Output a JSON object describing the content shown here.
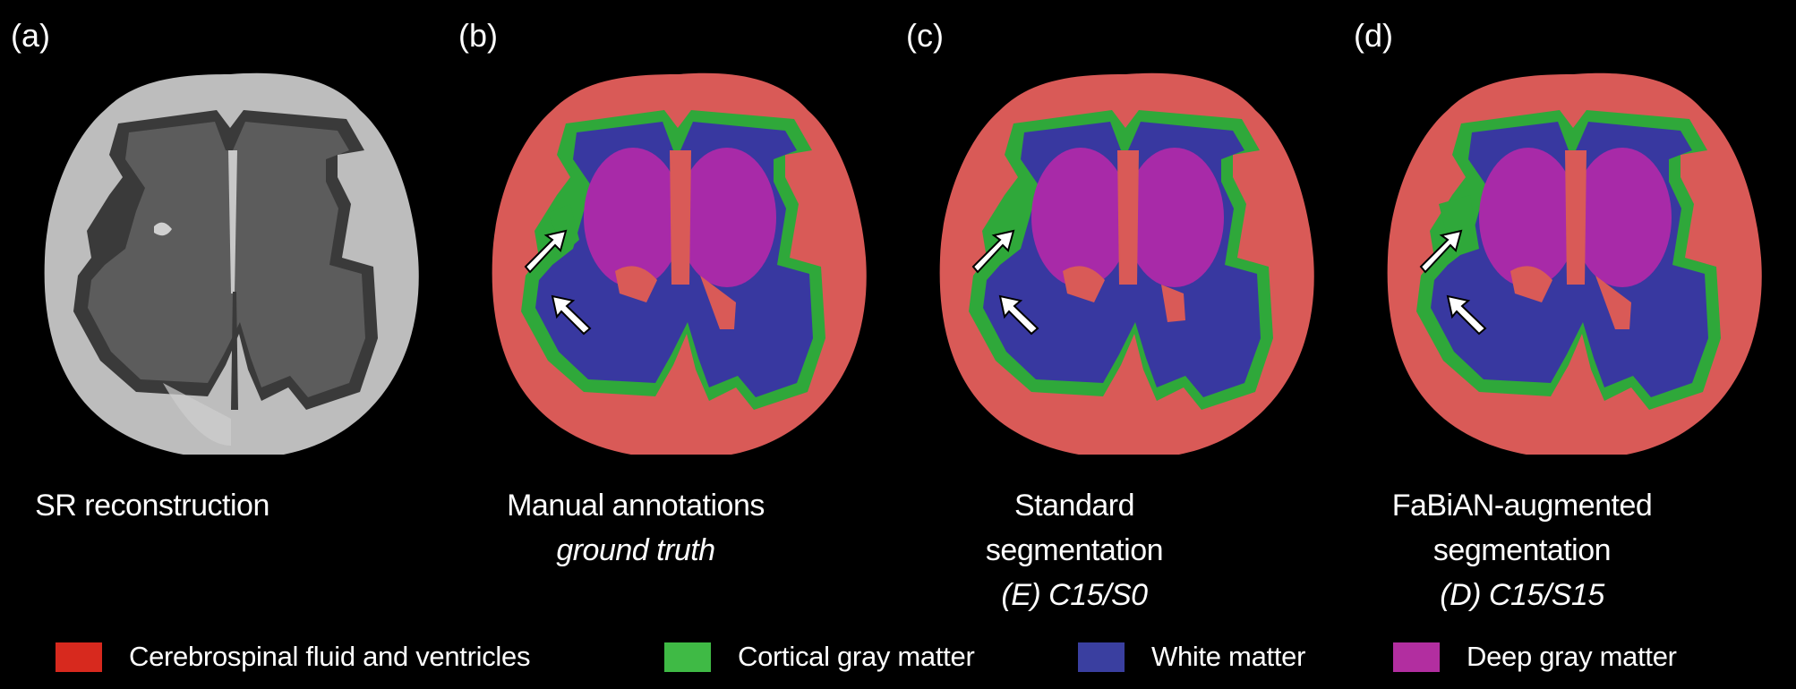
{
  "figure": {
    "panels": [
      {
        "id": "a",
        "label": "(a)",
        "caption_lines": [
          "SR reconstruction"
        ],
        "caption_italic": "",
        "type": "mri-grayscale",
        "arrows": false
      },
      {
        "id": "b",
        "label": "(b)",
        "caption_lines": [
          "Manual annotations"
        ],
        "caption_italic": "ground truth",
        "type": "segmentation",
        "arrows": true
      },
      {
        "id": "c",
        "label": "(c)",
        "caption_lines": [
          "Standard",
          "segmentation"
        ],
        "caption_italic": "(E) C15/S0",
        "type": "segmentation",
        "arrows": true
      },
      {
        "id": "d",
        "label": "(d)",
        "caption_lines": [
          "FaBiAN-augmented",
          "segmentation"
        ],
        "caption_italic": "(D) C15/S15",
        "type": "segmentation",
        "arrows": true
      }
    ],
    "legend": [
      {
        "label": "Cerebrospinal fluid and ventricles",
        "color": "#d7291e"
      },
      {
        "label": "Cortical gray matter",
        "color": "#3fba45"
      },
      {
        "label": "White matter",
        "color": "#3a3fa0"
      },
      {
        "label": "Deep gray matter",
        "color": "#b22ea0"
      }
    ],
    "overlay_colors": {
      "csf": "#d95a57",
      "cortical_gm": "#2fa83a",
      "white_matter": "#3838a0",
      "deep_gm": "#a82aa8",
      "mri_bg": "#5a5a5a",
      "mri_bright": "#c8c8c8"
    }
  }
}
